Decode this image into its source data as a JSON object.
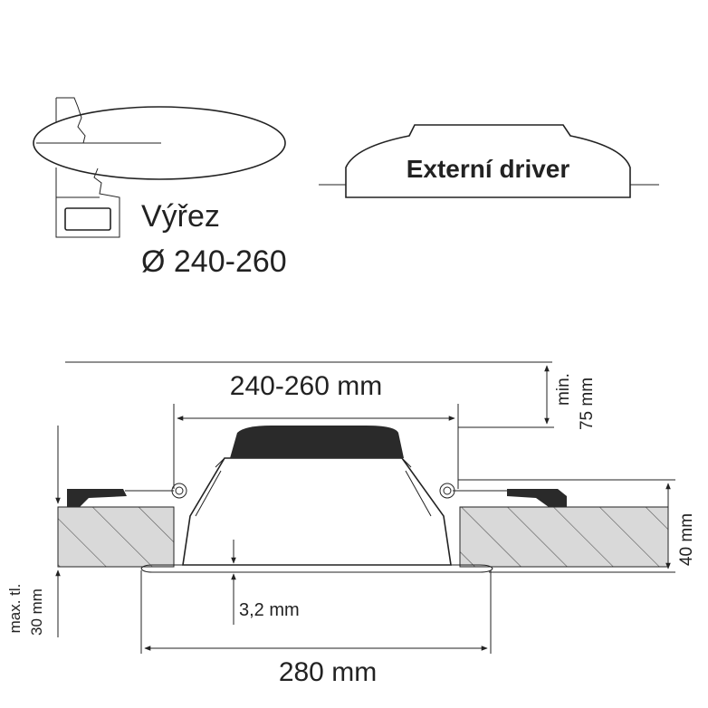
{
  "top_left": {
    "cutout_label": "Výřez",
    "cutout_diameter": "Ø 240-260"
  },
  "top_right": {
    "driver_label": "Externí driver"
  },
  "dimensions": {
    "cutout_width": "240-260 mm",
    "overall_width": "280 mm",
    "min_clearance_line1": "min.",
    "min_clearance_line2": "75 mm",
    "height": "40 mm",
    "max_thickness_line1": "max. tl.",
    "max_thickness_line2": "30 mm",
    "trim_thickness": "3,2 mm"
  },
  "colors": {
    "stroke": "#222222",
    "driver_cap": "#2a2a2a",
    "ceiling_fill": "#d9d9d9"
  }
}
